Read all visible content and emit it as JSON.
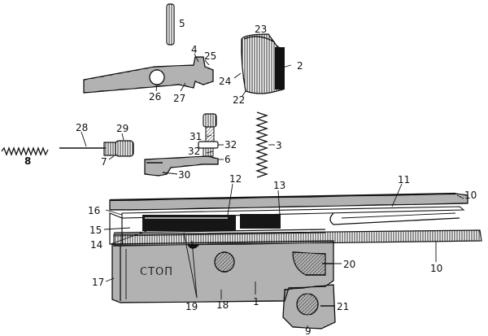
{
  "engraving": "CTOП",
  "labels": {
    "l1": "1",
    "l2": "2",
    "l3": "3",
    "l4": "4",
    "l5": "5",
    "l6": "6",
    "l7": "7",
    "l8": "8",
    "l9": "9",
    "l10a": "10",
    "l10b": "10",
    "l11": "11",
    "l12": "12",
    "l13": "13",
    "l14": "14",
    "l15": "15",
    "l16": "16",
    "l17": "17",
    "l18": "18",
    "l19": "19",
    "l20": "20",
    "l21": "21",
    "l22": "22",
    "l23": "23",
    "l24": "24",
    "l25": "25",
    "l26": "26",
    "l27": "27",
    "l28": "28",
    "l29": "29",
    "l30": "30",
    "l31": "31",
    "l32a": "32",
    "l32b": "32"
  }
}
